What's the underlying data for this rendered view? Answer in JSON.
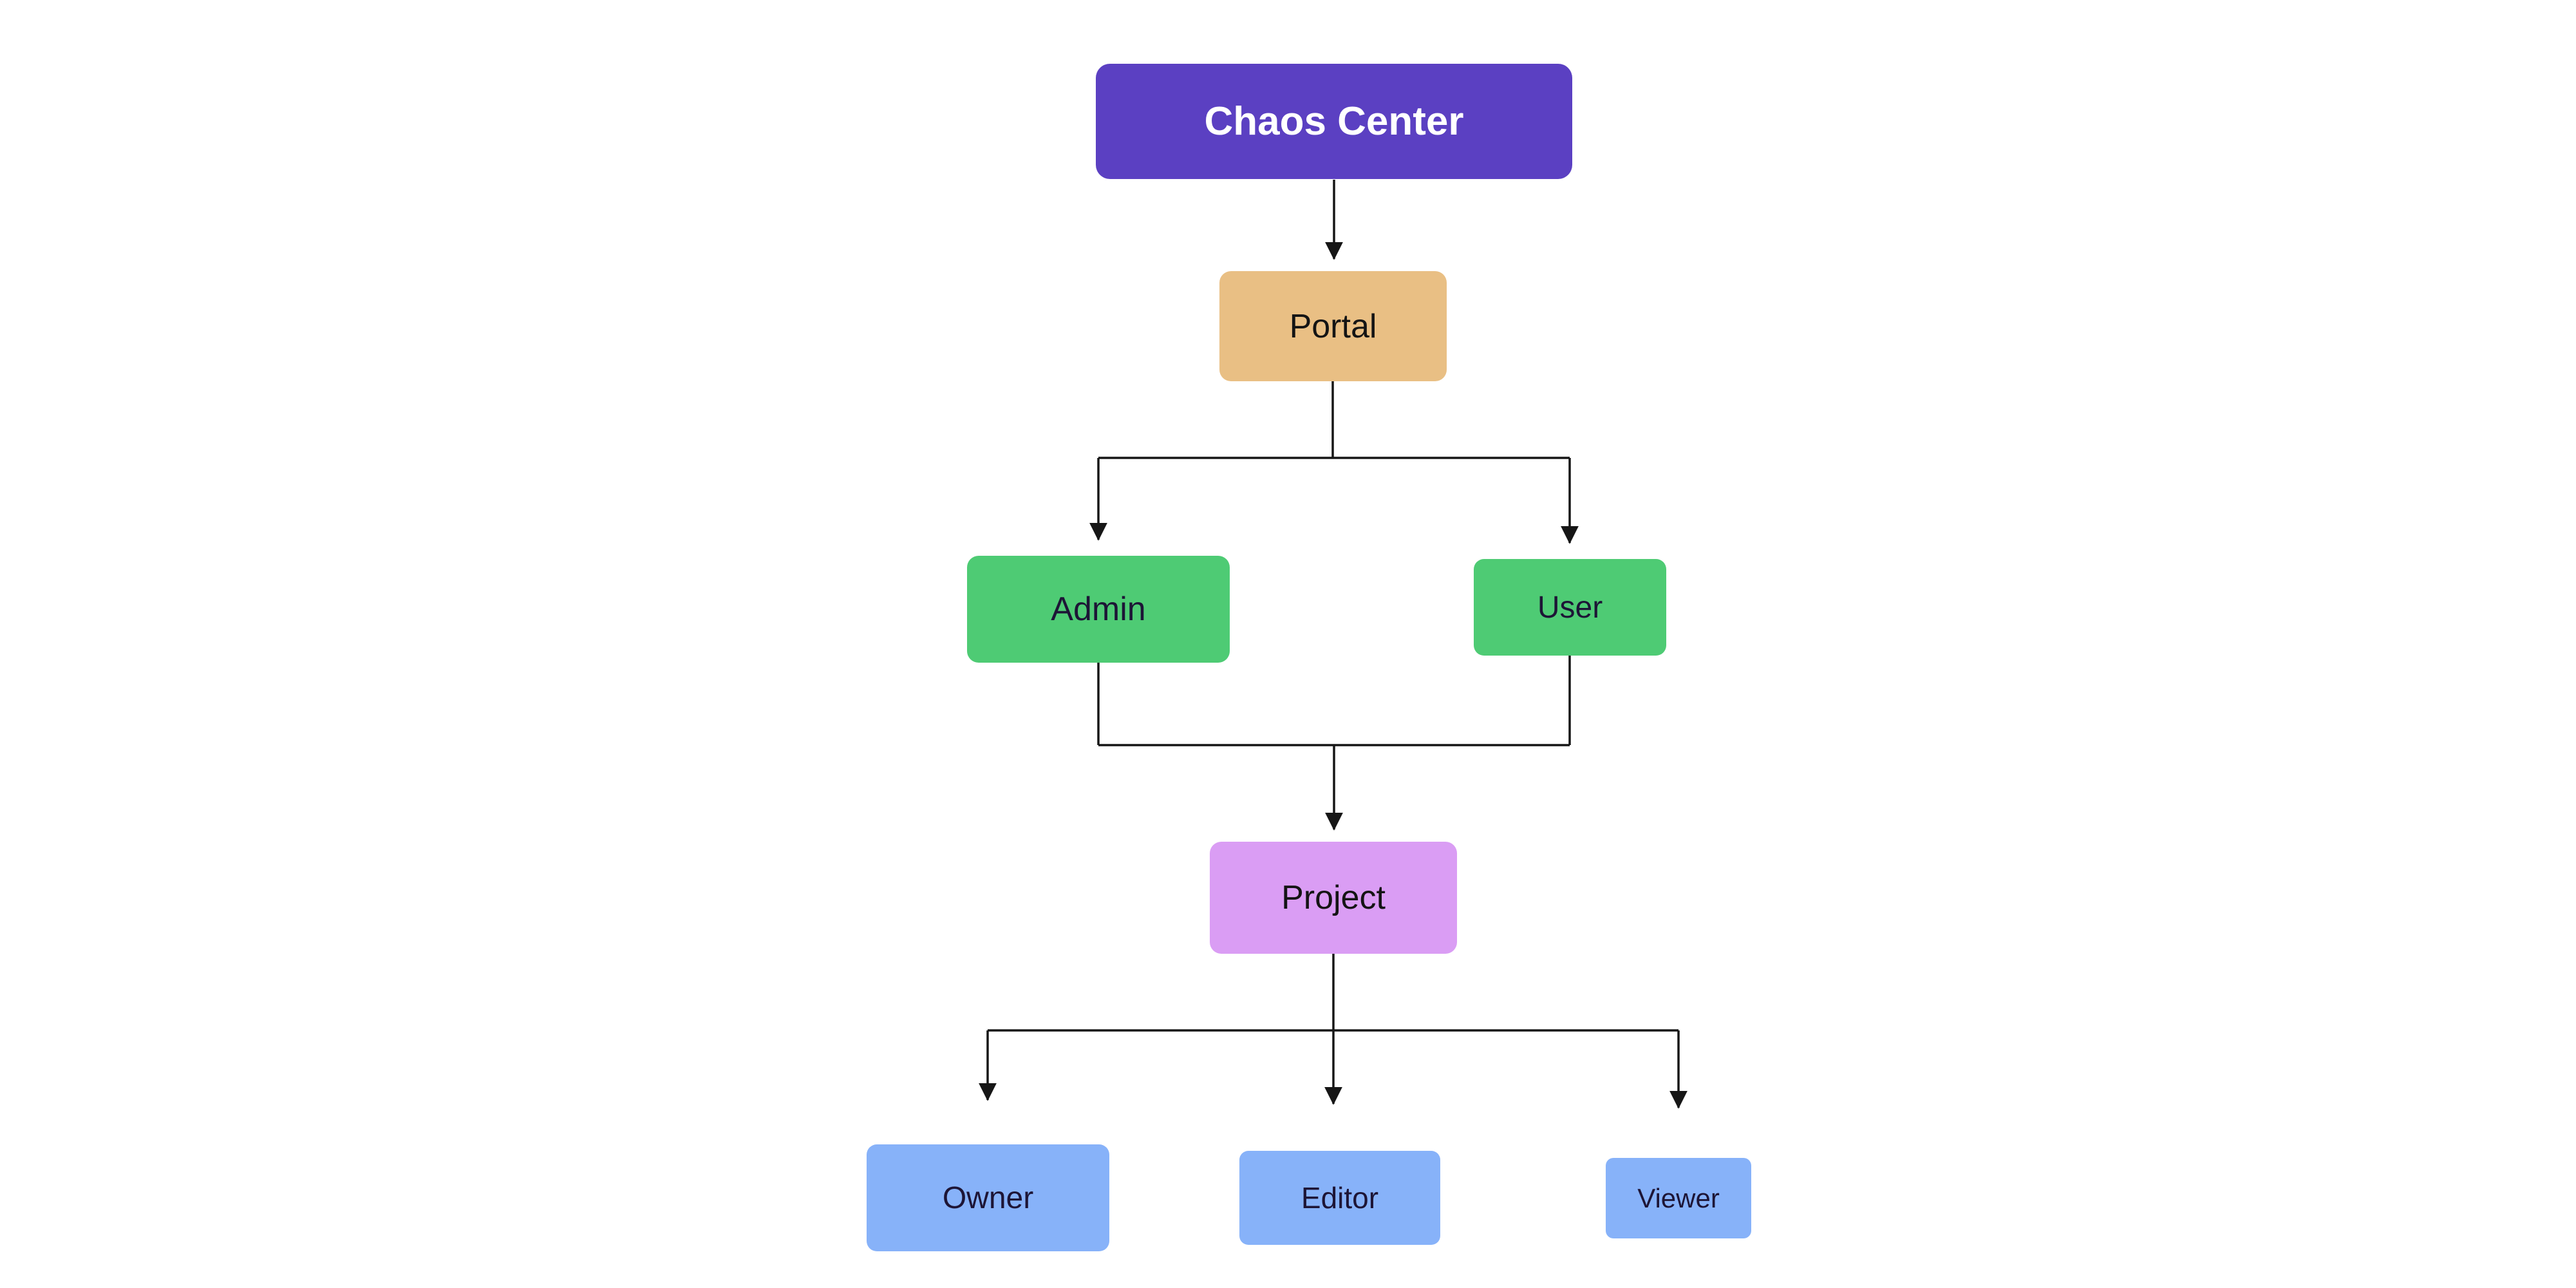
{
  "diagram": {
    "canvas_bg": "#ffffff",
    "connector_color": "#161616",
    "nodes": [
      {
        "id": "chaos-center",
        "label": "Chaos Center",
        "fill": "#5b40c2",
        "text_color": "#ffffff"
      },
      {
        "id": "portal",
        "label": "Portal",
        "fill": "#e9bf84",
        "text_color": "#141414"
      },
      {
        "id": "admin",
        "label": "Admin",
        "fill": "#4ecb74",
        "text_color": "#1d1536"
      },
      {
        "id": "user",
        "label": "User",
        "fill": "#4ecb74",
        "text_color": "#1d1536"
      },
      {
        "id": "project",
        "label": "Project",
        "fill": "#da9df4",
        "text_color": "#141414"
      },
      {
        "id": "owner",
        "label": "Owner",
        "fill": "#87b2f9",
        "text_color": "#1d1536"
      },
      {
        "id": "editor",
        "label": "Editor",
        "fill": "#87b2f9",
        "text_color": "#1d1536"
      },
      {
        "id": "viewer",
        "label": "Viewer",
        "fill": "#87b2f9",
        "text_color": "#1d1536"
      }
    ]
  }
}
